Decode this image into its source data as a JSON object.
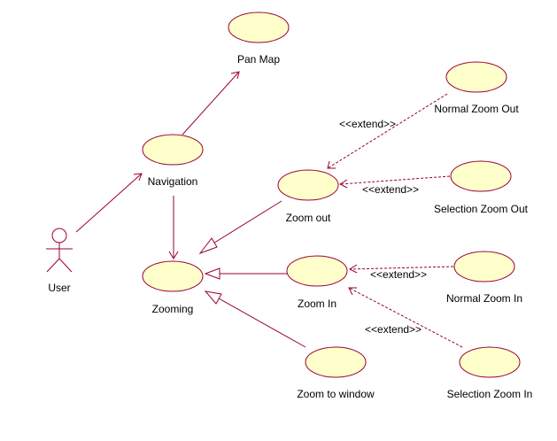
{
  "actor": {
    "label": "User"
  },
  "use_cases": {
    "pan_map": "Pan Map",
    "navigation": "Navigation",
    "zooming": "Zooming",
    "zoom_out": "Zoom out",
    "zoom_in": "Zoom In",
    "zoom_to_window": "Zoom to window",
    "normal_zoom_out": "Normal Zoom Out",
    "selection_zoom_out": "Selection Zoom Out",
    "normal_zoom_in": "Normal Zoom In",
    "selection_zoom_in": "Selection Zoom In"
  },
  "stereotype": "<<extend>>",
  "colors": {
    "usecase_fill": "#ffffcc",
    "line": "#990033"
  }
}
